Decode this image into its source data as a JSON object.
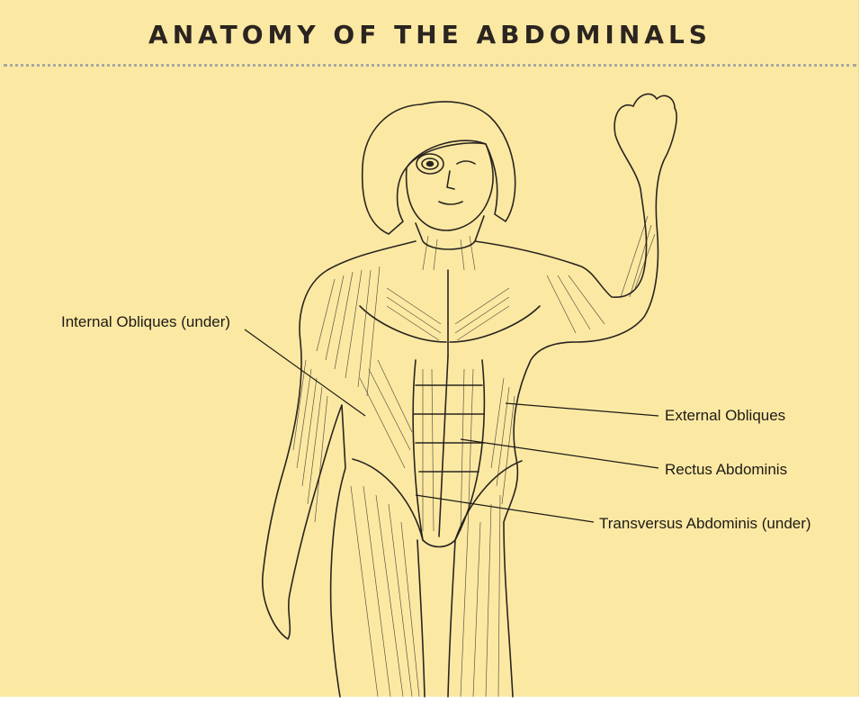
{
  "title": "ANATOMY OF THE ABDOMINALS",
  "labels": {
    "internal_obliques": "Internal Obliques (under)",
    "external_obliques": "External Obliques",
    "rectus_abdominis": "Rectus Abdominis",
    "transversus_abdominis": "Transversus Abdominis (under)"
  },
  "colors": {
    "background": "#fbe9a3",
    "line": "#2b2420",
    "divider": "#a9a7a1"
  }
}
